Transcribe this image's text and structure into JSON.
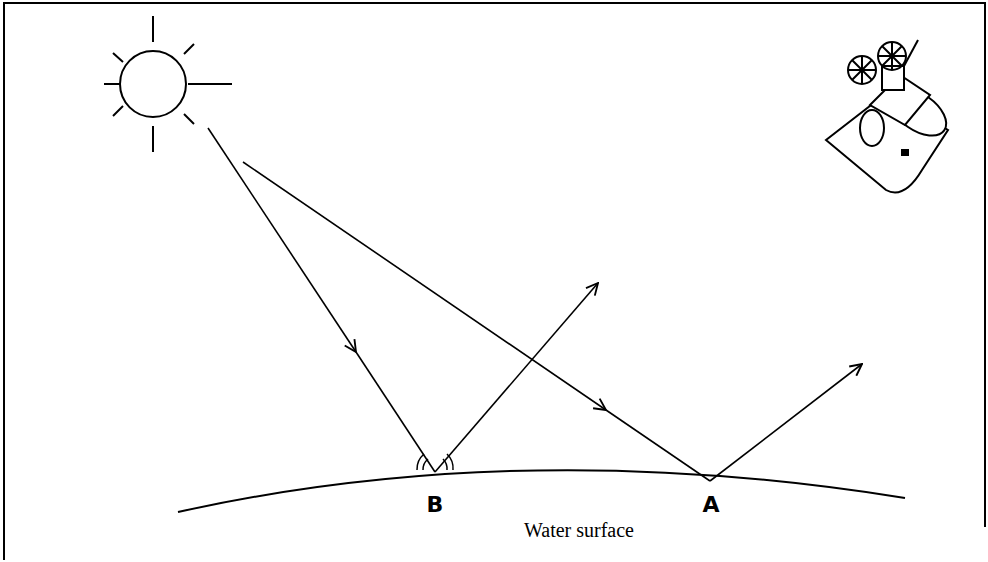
{
  "diagram": {
    "labels": [
      "B",
      "A",
      "Water surface"
    ]
  }
}
